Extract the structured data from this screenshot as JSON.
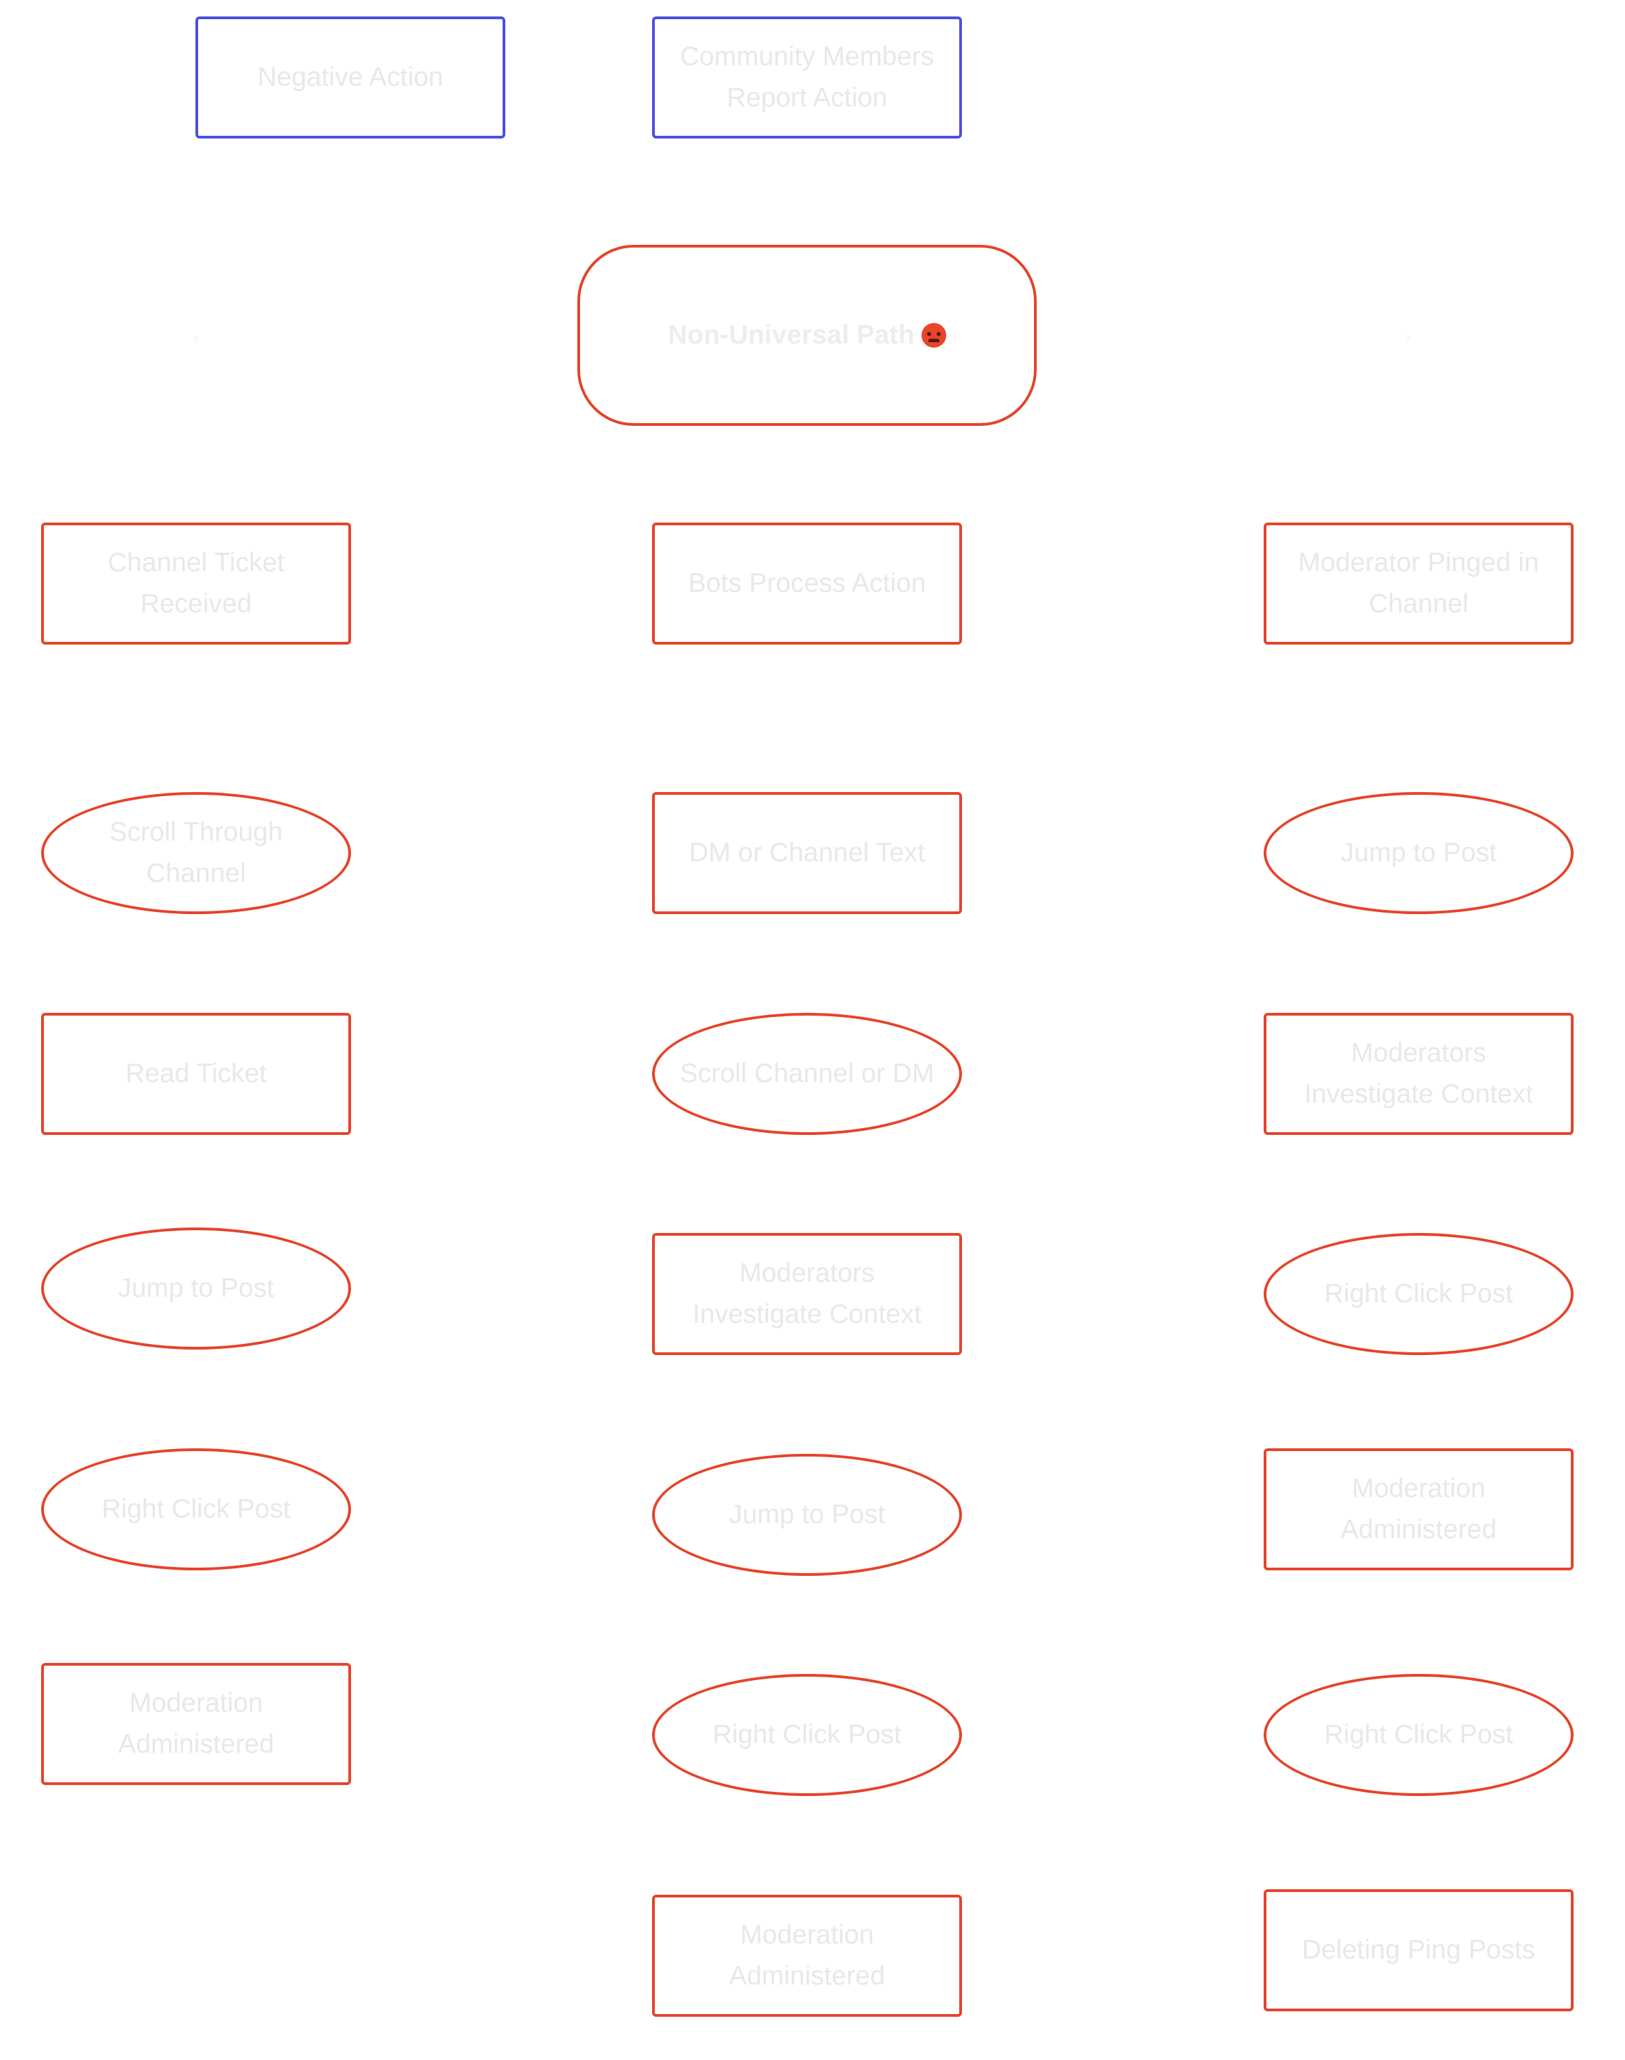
{
  "top": {
    "negative_action": "Negative Action",
    "community_report": "Community Members Report Action"
  },
  "hub": {
    "label": "Non-Universal Path"
  },
  "left_column": [
    "Channel Ticket Received",
    "Scroll Through Channel",
    "Read Ticket",
    "Jump to Post",
    "Right Click Post",
    "Moderation Administered"
  ],
  "middle_column": [
    "Bots Process Action",
    "DM or Channel Text",
    "Scroll Channel or DM",
    "Moderators Investigate Context",
    "Jump to Post",
    "Right Click Post",
    "Moderation Administered"
  ],
  "right_column": [
    "Moderator Pinged in Channel",
    "Jump to Post",
    "Moderators Investigate Context",
    "Right Click Post",
    "Moderation Administered",
    "Right Click Post",
    "Deleting Ping Posts"
  ],
  "colors": {
    "top_border": "#4b4fe0",
    "flow_border": "#e5432a",
    "text": "#e8e8e8",
    "background": "#ffffff"
  },
  "icons": {
    "hub_emoji": "angry-face-icon",
    "hub_left_arrow": "chevron-left-icon",
    "hub_right_arrow": "chevron-right-icon"
  }
}
